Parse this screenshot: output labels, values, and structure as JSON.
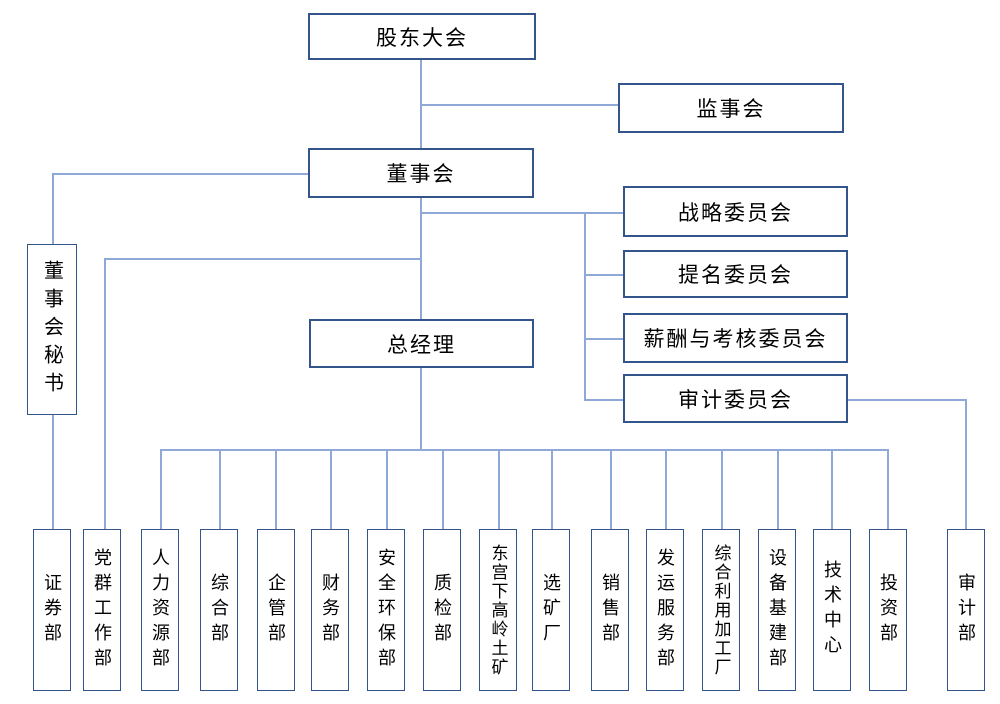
{
  "diagram": {
    "type": "org-chart",
    "nodes": {
      "shareholders_meeting": "股东大会",
      "supervisory_board": "监事会",
      "board_of_directors": "董事会",
      "board_secretary": "董事会秘书",
      "general_manager": "总经理",
      "committees": [
        "战略委员会",
        "提名委员会",
        "薪酬与考核委员会",
        "审计委员会"
      ],
      "departments": [
        "证券部",
        "党群工作部",
        "人力资源部",
        "综合部",
        "企管部",
        "财务部",
        "安全环保部",
        "质检部",
        "东宫下高岭土矿",
        "选矿厂",
        "销售部",
        "发运服务部",
        "综合利用加工厂",
        "设备基建部",
        "技术中心",
        "投资部",
        "审计部"
      ]
    },
    "colors": {
      "box_border": "#34548c",
      "connector_line": "#8ea9d8",
      "text": "#000000",
      "background": "#ffffff"
    }
  }
}
